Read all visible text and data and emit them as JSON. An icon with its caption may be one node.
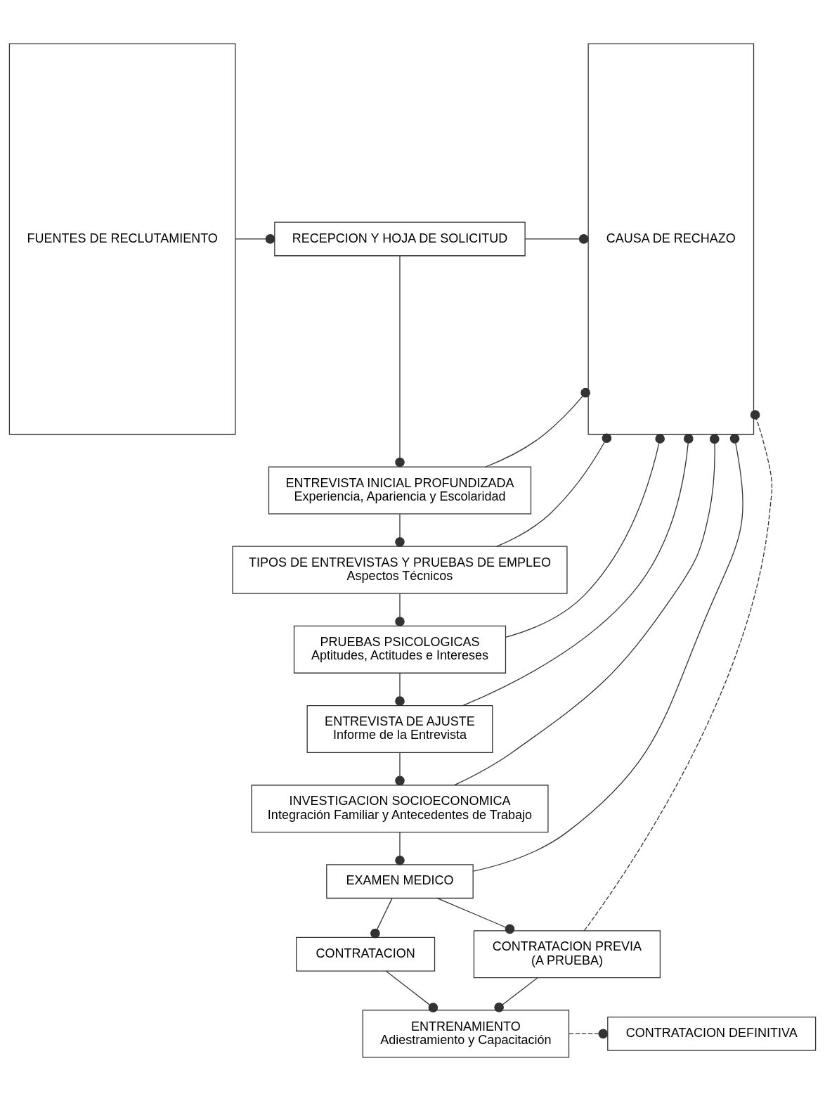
{
  "diagram": {
    "nodes": [
      {
        "text": [
          "FUENTES DE RECLUTAMIENTO"
        ]
      },
      {
        "text": [
          "RECEPCION Y HOJA DE SOLICITUD"
        ]
      },
      {
        "text": [
          "ENTREVISTA INICIAL PROFUNDIZADA",
          "Experiencia, Apariencia y Escolaridad"
        ]
      },
      {
        "text": [
          "TIPOS DE ENTREVISTAS Y PRUEBAS DE EMPLEO",
          "Aspectos Técnicos"
        ]
      },
      {
        "text": [
          "PRUEBAS PSICOLOGICAS",
          "Aptitudes, Actitudes e Intereses"
        ]
      },
      {
        "text": [
          "ENTREVISTA DE AJUSTE",
          "Informe de la Entrevista"
        ]
      },
      {
        "text": [
          "INVESTIGACION SOCIOECONOMICA",
          "Integración Familiar y Antecedentes de Trabajo"
        ]
      },
      {
        "text": [
          "EXAMEN MEDICO"
        ]
      },
      {
        "text": [
          "CAUSA DE RECHAZO"
        ]
      },
      {
        "text": [
          "CONTRATACION"
        ]
      },
      {
        "text": [
          "CONTRATACION PREVIA",
          "(A PRUEBA)"
        ]
      },
      {
        "text": [
          "ENTRENAMIENTO",
          "Adiestramiento y Capacitación"
        ]
      },
      {
        "text": [
          "CONTRATACION DEFINITIVA"
        ]
      }
    ],
    "edges": [
      {
        "from": 0,
        "to": 1,
        "arrow": "other"
      },
      {
        "from": 1,
        "to": 2,
        "arrow": "other"
      },
      {
        "from": 2,
        "to": 3,
        "arrow": "other"
      },
      {
        "from": 3,
        "to": 4,
        "arrow": "other"
      },
      {
        "from": 4,
        "to": 5,
        "arrow": "other"
      },
      {
        "from": 5,
        "to": 6,
        "arrow": "other"
      },
      {
        "from": 6,
        "to": 7,
        "arrow": "other"
      },
      {
        "from": 1,
        "to": 8,
        "arrow": "other"
      },
      {
        "from": 2,
        "to": 8,
        "arrow": "other"
      },
      {
        "from": 3,
        "to": 8,
        "arrow": "other"
      },
      {
        "from": 4,
        "to": 8,
        "arrow": "other"
      },
      {
        "from": 5,
        "to": 8,
        "arrow": "other"
      },
      {
        "from": 6,
        "to": 8,
        "arrow": "other"
      },
      {
        "from": 7,
        "to": 8,
        "arrow": "other"
      },
      {
        "from": 7,
        "to": 9,
        "arrow": "other"
      },
      {
        "from": 7,
        "to": 10,
        "arrow": "other"
      },
      {
        "from": 10,
        "to": 8,
        "arrow": "other",
        "style": "dashed"
      },
      {
        "from": 9,
        "to": 11,
        "arrow": "other"
      },
      {
        "from": 10,
        "to": 11,
        "arrow": "other"
      },
      {
        "from": 11,
        "to": 12,
        "arrow": "other",
        "style": "dashed"
      }
    ]
  }
}
